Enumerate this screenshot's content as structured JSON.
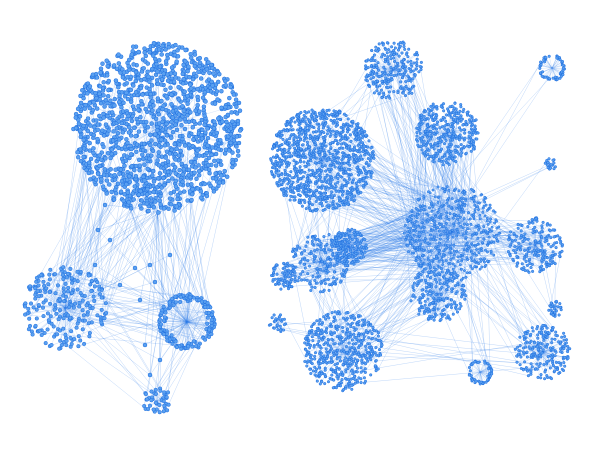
{
  "colors": {
    "background": "#ffffff",
    "node_fill": "#5aa0f0",
    "node_stroke": "#1f6fe0",
    "edge": "#2a7ae8"
  },
  "graphs": [
    {
      "id": "left-network",
      "clusters": [
        {
          "id": "L-big",
          "nodes": 1400
        },
        {
          "id": "L-lower-left",
          "nodes": 220
        },
        {
          "id": "L-lower-right",
          "nodes": 150
        },
        {
          "id": "L-bottom",
          "nodes": 40
        }
      ]
    },
    {
      "id": "right-network",
      "clusters": [
        {
          "id": "R-big-left",
          "nodes": 1100
        },
        {
          "id": "R-top",
          "nodes": 250
        },
        {
          "id": "R-top-right-small",
          "nodes": 60
        },
        {
          "id": "R-upper-mid",
          "nodes": 380
        },
        {
          "id": "R-center-hub",
          "nodes": 520
        },
        {
          "id": "R-right",
          "nodes": 200
        },
        {
          "id": "R-left-mid",
          "nodes": 200
        },
        {
          "id": "R-mid-small",
          "nodes": 160
        },
        {
          "id": "R-lower-mid",
          "nodes": 200
        },
        {
          "id": "R-far-left",
          "nodes": 80
        },
        {
          "id": "R-bottom-left",
          "nodes": 500
        },
        {
          "id": "R-bottom-right",
          "nodes": 220
        },
        {
          "id": "R-bottom-mid",
          "nodes": 60
        },
        {
          "id": "R-tiny-right",
          "nodes": 20
        },
        {
          "id": "R-tiny-far-left",
          "nodes": 30
        },
        {
          "id": "R-tiny-right-2",
          "nodes": 30
        }
      ]
    }
  ]
}
